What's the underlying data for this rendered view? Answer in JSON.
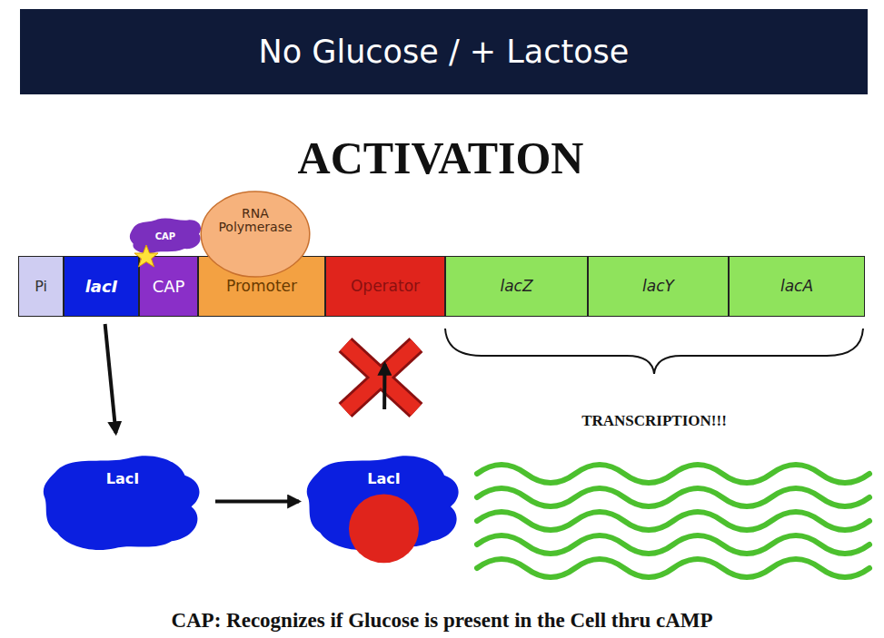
{
  "diagram": {
    "title": "No Glucose / + Lactose",
    "caption": "CAP: Recognizes if Glucose is present in the Cell thru cAMP",
    "nodes": [
      {
        "text": [
          "Pi"
        ]
      },
      {
        "text": [
          "lacI"
        ]
      },
      {
        "text": [
          "CAP"
        ]
      },
      {
        "text": [
          "Promoter"
        ]
      },
      {
        "text": [
          "Operator"
        ]
      },
      {
        "text": [
          "lacZ"
        ]
      },
      {
        "text": [
          "lacY"
        ]
      },
      {
        "text": [
          "lacA"
        ]
      },
      {
        "text": [
          "CAP"
        ]
      },
      {
        "text": [
          "RNA Polymerase"
        ]
      },
      {
        "text": [
          "LacI"
        ]
      },
      {
        "text": [
          "LacI"
        ]
      }
    ],
    "edges": [
      {
        "from": 1,
        "to": 10,
        "arrow": "to"
      },
      {
        "from": 10,
        "to": 11,
        "arrow": "to"
      },
      {
        "from": 11,
        "to": 4,
        "arrow": "to"
      }
    ],
    "labels": [
      "ACTIVATION",
      "TRANSCRIPTION!!!"
    ]
  }
}
